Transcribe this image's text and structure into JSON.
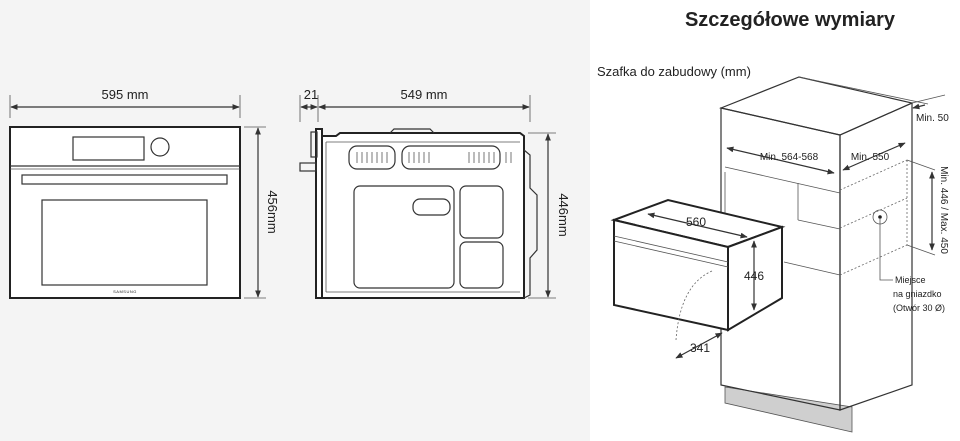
{
  "title": "Szczegółowe wymiary",
  "front_view": {
    "width_label": "595 mm",
    "height_label": "456mm",
    "brand": "SAMSUNG"
  },
  "side_view": {
    "door_depth_label": "21",
    "depth_label": "549 mm",
    "height_label": "446mm"
  },
  "cabinet": {
    "heading": "Szafka do zabudowy (mm)",
    "min_top_gap": "Min. 50",
    "niche_width": "Min. 564-568",
    "niche_depth": "Min. 550",
    "niche_height": "Min. 446 / Max. 450",
    "oven_width": "560",
    "oven_height": "446",
    "door_opening": "341",
    "socket_note": [
      "Miejsce",
      "na gniazdko",
      "(Otwór 30 Ø)"
    ]
  }
}
